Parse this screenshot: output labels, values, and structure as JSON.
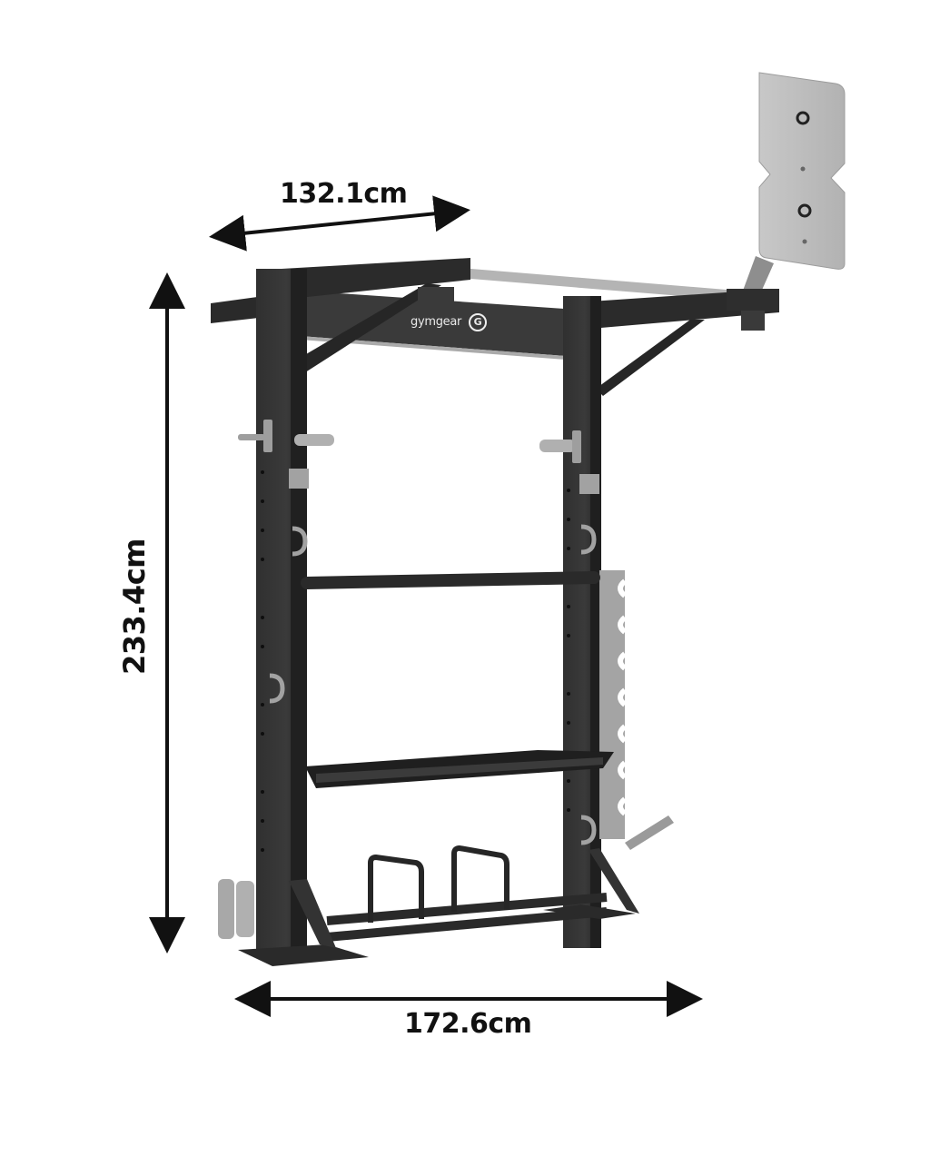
{
  "image": {
    "subject": "wall-mounted gym rack with pull-up bar and storage",
    "background_color": "#ffffff",
    "frame_color": "#2b2b2b",
    "accessory_color": "#a8a8a8"
  },
  "brand": {
    "name_light": "gym",
    "name_bold": "gear",
    "logo_glyph": "G"
  },
  "dimensions": {
    "top_width": {
      "label": "132.1cm",
      "icon": "double-arrow-icon"
    },
    "height": {
      "label": "233.4cm",
      "icon": "double-arrow-icon"
    },
    "bottom_width": {
      "label": "172.6cm",
      "icon": "double-arrow-icon"
    }
  }
}
